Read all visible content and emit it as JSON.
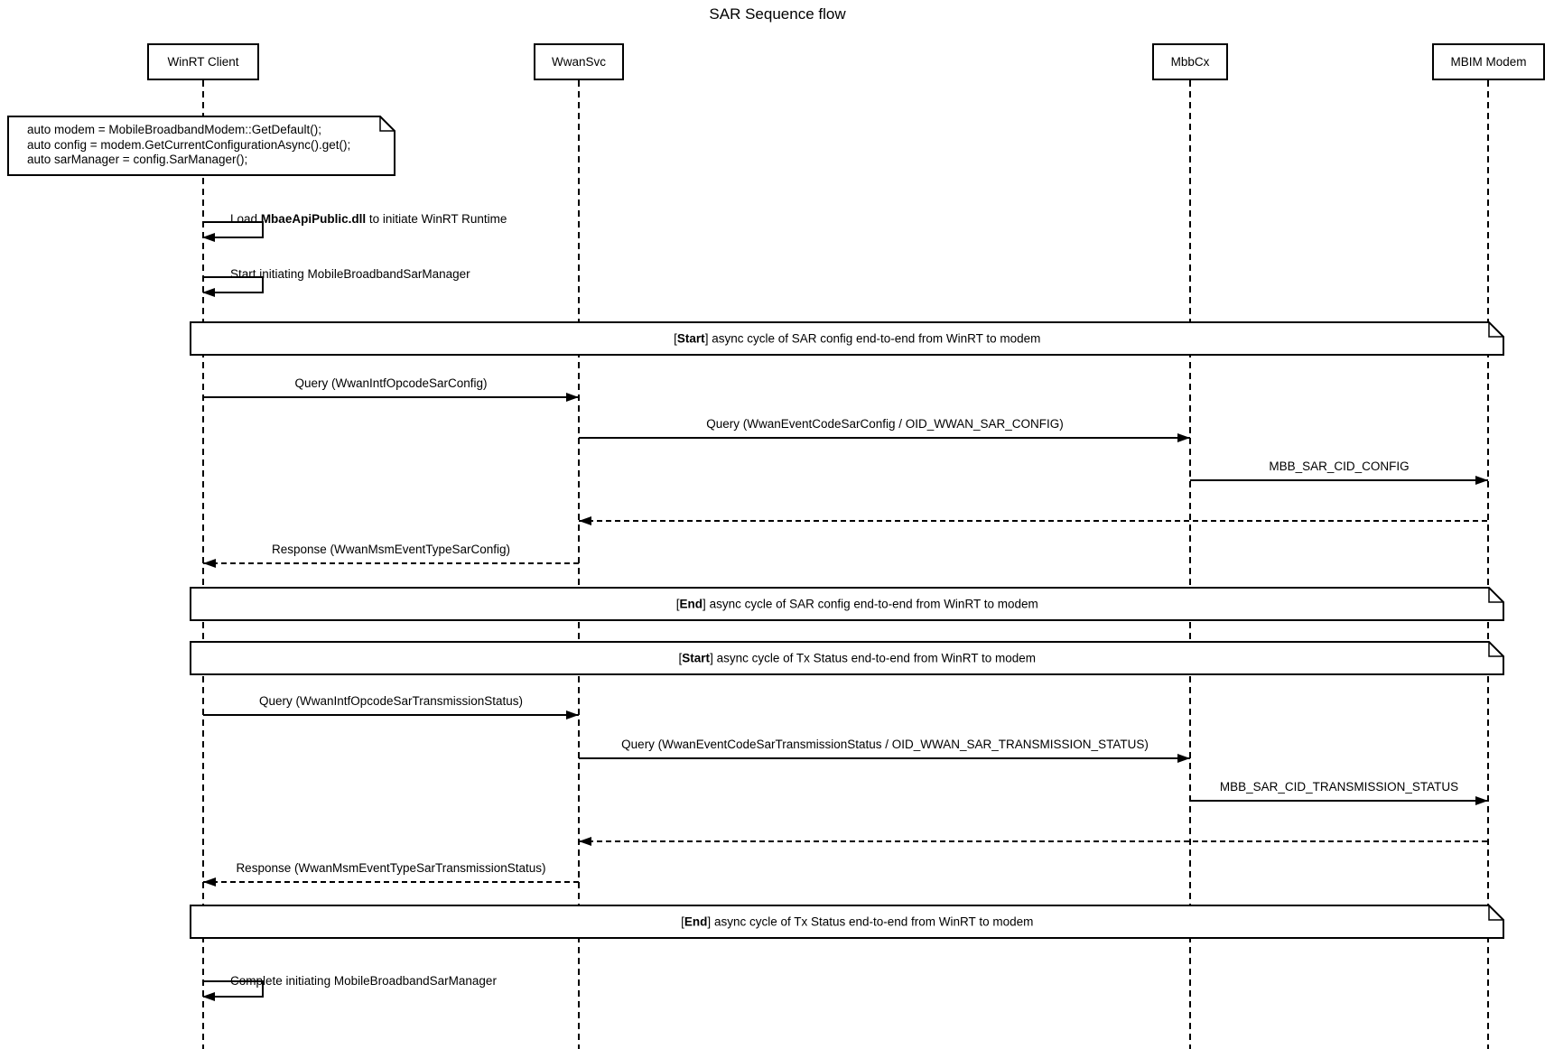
{
  "title": "SAR Sequence flow",
  "participants": [
    {
      "label": "WinRT Client"
    },
    {
      "label": "WwanSvc"
    },
    {
      "label": "MbbCx"
    },
    {
      "label": "MBIM Modem"
    }
  ],
  "note": {
    "lines": [
      "auto modem = MobileBroadbandModem::GetDefault();",
      "auto config = modem.GetCurrentConfigurationAsync().get();",
      "auto sarManager = config.SarManager();"
    ]
  },
  "self_messages": [
    {
      "pre": "Load ",
      "bold": "MbaeApiPublic.dll",
      "post": " to initiate WinRT Runtime",
      "on": "WinRT Client"
    },
    {
      "pre": "",
      "bold": "",
      "post": "Start initiating MobileBroadbandSarManager",
      "on": "WinRT Client"
    },
    {
      "pre": "",
      "bold": "",
      "post": "Complete initiating MobileBroadbandSarManager",
      "on": "WinRT Client"
    }
  ],
  "frames": [
    {
      "open": "[",
      "bold": "Start",
      "close": "]",
      "rest": " async cycle of SAR config end-to-end from WinRT to modem"
    },
    {
      "open": "[",
      "bold": "End",
      "close": "]",
      "rest": " async cycle of SAR config end-to-end from WinRT to modem"
    },
    {
      "open": "[",
      "bold": "Start",
      "close": "]",
      "rest": " async cycle of Tx Status end-to-end from WinRT to modem"
    },
    {
      "open": "[",
      "bold": "End",
      "close": "]",
      "rest": " async cycle of Tx Status end-to-end from WinRT to modem"
    }
  ],
  "messages": [
    {
      "label": "Query (WwanIntfOpcodeSarConfig)",
      "from": "WinRT Client",
      "to": "WwanSvc",
      "style": "solid"
    },
    {
      "label": "Query (WwanEventCodeSarConfig / OID_WWAN_SAR_CONFIG)",
      "from": "WwanSvc",
      "to": "MbbCx",
      "style": "solid"
    },
    {
      "label": "MBB_SAR_CID_CONFIG",
      "from": "MbbCx",
      "to": "MBIM Modem",
      "style": "solid"
    },
    {
      "label": "",
      "from": "MBIM Modem",
      "to": "WwanSvc",
      "style": "dashed"
    },
    {
      "label": "Response (WwanMsmEventTypeSarConfig)",
      "from": "WwanSvc",
      "to": "WinRT Client",
      "style": "dashed"
    },
    {
      "label": "Query (WwanIntfOpcodeSarTransmissionStatus)",
      "from": "WinRT Client",
      "to": "WwanSvc",
      "style": "solid"
    },
    {
      "label": "Query (WwanEventCodeSarTransmissionStatus / OID_WWAN_SAR_TRANSMISSION_STATUS)",
      "from": "WwanSvc",
      "to": "MbbCx",
      "style": "solid"
    },
    {
      "label": "MBB_SAR_CID_TRANSMISSION_STATUS",
      "from": "MbbCx",
      "to": "MBIM Modem",
      "style": "solid"
    },
    {
      "label": "",
      "from": "MBIM Modem",
      "to": "WwanSvc",
      "style": "dashed"
    },
    {
      "label": "Response (WwanMsmEventTypeSarTransmissionStatus)",
      "from": "WwanSvc",
      "to": "WinRT Client",
      "style": "dashed"
    }
  ],
  "colors": {
    "line": "#000000",
    "background": "#ffffff",
    "text": "#000000"
  }
}
